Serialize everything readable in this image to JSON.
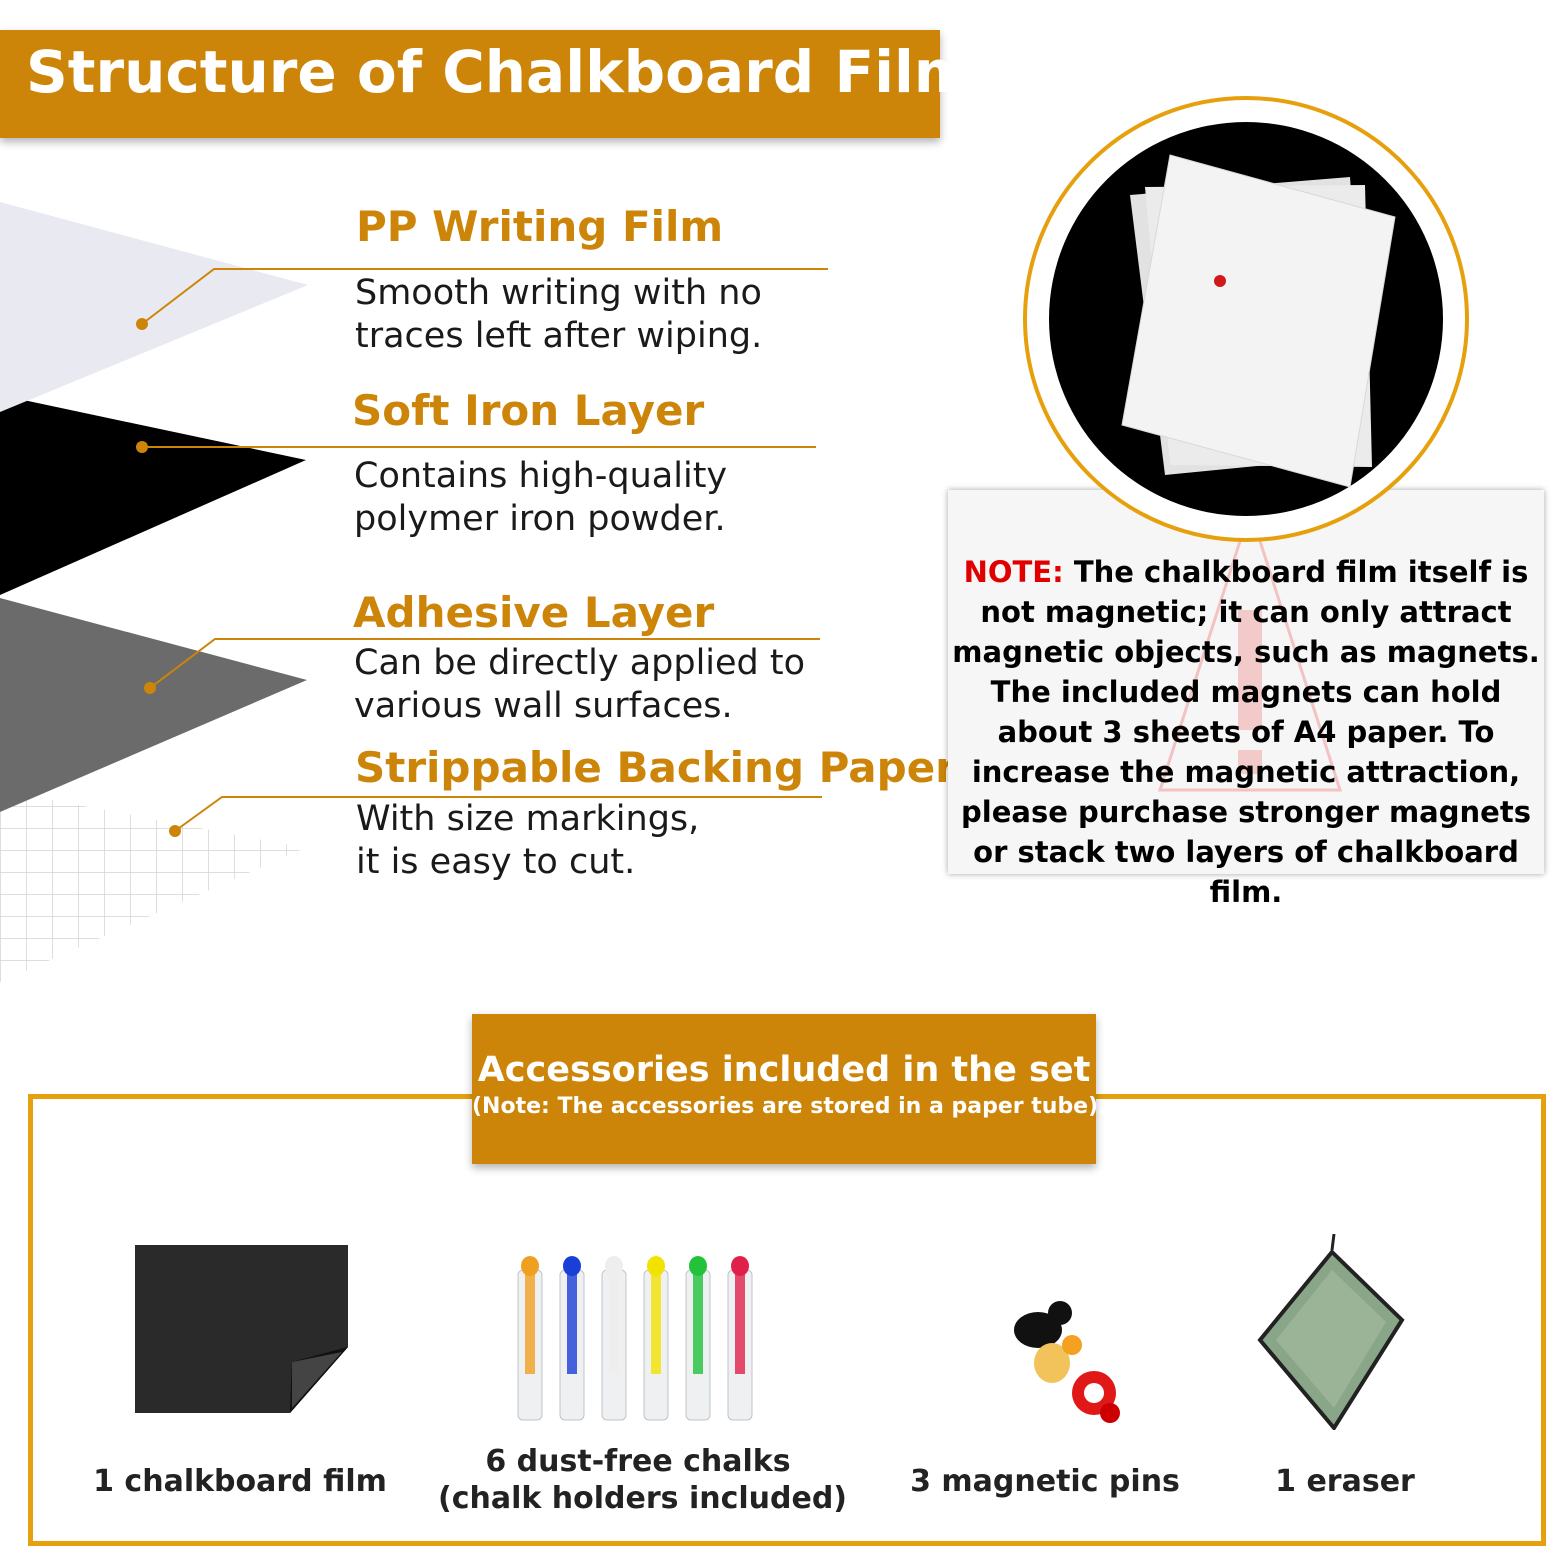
{
  "header": {
    "title": "Structure of Chalkboard Film"
  },
  "layers": [
    {
      "title": "PP Writing Film",
      "desc_line1": "Smooth writing with no",
      "desc_line2": "traces left after wiping."
    },
    {
      "title": "Soft Iron Layer",
      "desc_line1": "Contains high-quality",
      "desc_line2": "polymer iron powder."
    },
    {
      "title": "Adhesive Layer",
      "desc_line1": "Can be directly applied to",
      "desc_line2": "various wall surfaces."
    },
    {
      "title": "Strippable Backing Paper",
      "desc_line1": "With size markings,",
      "desc_line2": "it is easy to cut."
    }
  ],
  "note": {
    "label": "NOTE:",
    "line1": " The chalkboard film itself is",
    "line2": "not magnetic; it can only attract",
    "line3": "magnetic objects, such as magnets.",
    "line4": "The included magnets can hold",
    "line5": "about 3 sheets of A4 paper. To",
    "line6": "increase the magnetic attraction,",
    "line7": "please purchase stronger magnets",
    "line8": "or stack two layers of chalkboard film."
  },
  "accessories": {
    "title": "Accessories included in the set",
    "subtitle": "(Note: The accessories are stored in a paper tube).",
    "items": [
      {
        "label_line1": "1 chalkboard film",
        "label_line2": ""
      },
      {
        "label_line1": "6 dust-free chalks",
        "label_line2": "(chalk holders included)"
      },
      {
        "label_line1": "3 magnetic pins",
        "label_line2": ""
      },
      {
        "label_line1": "1 eraser",
        "label_line2": ""
      }
    ],
    "chalk_colors": [
      "#f0a020",
      "#1a3fd6",
      "#eeeeee",
      "#f2e200",
      "#22c23a",
      "#e0204a"
    ]
  },
  "colors": {
    "accent": "#cc8509",
    "note_red": "#e00000"
  }
}
